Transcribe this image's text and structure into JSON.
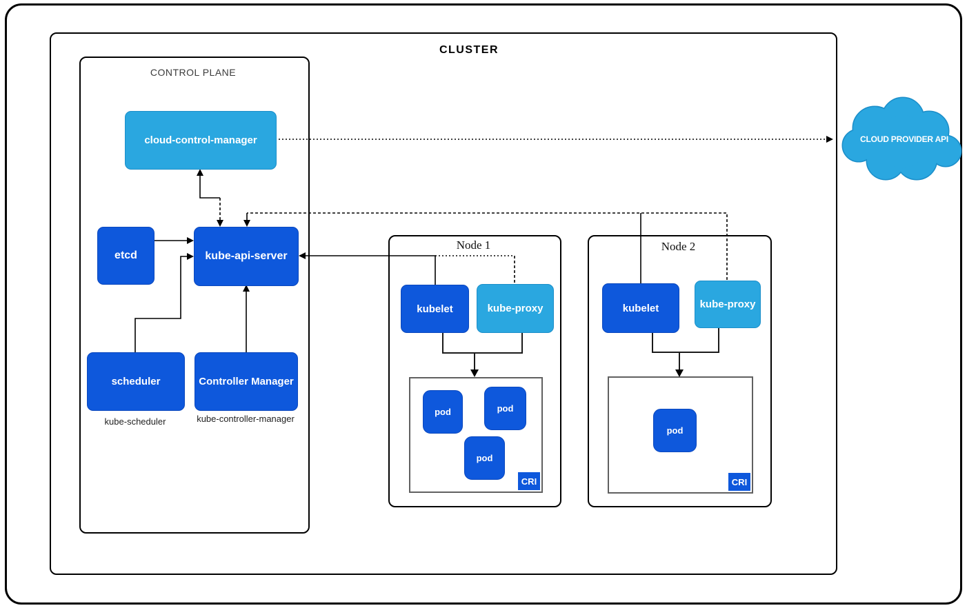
{
  "colors": {
    "component_blue": "#0e58dc",
    "component_light_blue": "#2aa7e0",
    "line_color": "#000000",
    "cri_border_gray": "#606060",
    "text_on_blue": "#ffffff"
  },
  "cluster": {
    "label": "CLUSTER",
    "control_plane": {
      "label": "CONTROL PLANE",
      "cloud_control_manager": "cloud-control-manager",
      "etcd": "etcd",
      "kube_api_server": "kube-api-server",
      "scheduler": "scheduler",
      "controller_manager": "Controller Manager",
      "scheduler_caption": "kube-scheduler",
      "controller_manager_caption": "kube-controller-manager"
    },
    "nodes": [
      {
        "label": "Node 1",
        "kubelet": "kubelet",
        "kube_proxy": "kube-proxy",
        "cri_label": "CRI",
        "pods": [
          "pod",
          "pod",
          "pod"
        ]
      },
      {
        "label": "Node 2",
        "kubelet": "kubelet",
        "kube_proxy": "kube-proxy",
        "cri_label": "CRI",
        "pods": [
          "pod"
        ]
      }
    ]
  },
  "external": {
    "cloud_provider_api": "CLOUD PROVIDER API"
  }
}
